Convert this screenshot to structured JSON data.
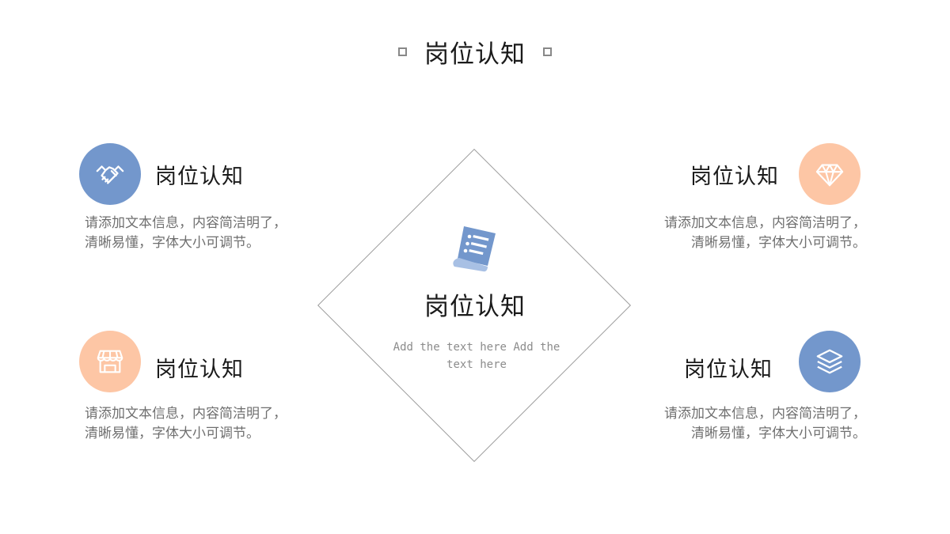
{
  "title": "岗位认知",
  "center": {
    "title": "岗位认知",
    "text": "Add the text here Add the text here",
    "icon": "document-list-icon"
  },
  "items": [
    {
      "title": "岗位认知",
      "line1": "请添加文本信息，内容简洁明了，",
      "line2": "清晰易懂，字体大小可调节。",
      "icon": "handshake-icon",
      "color": "#7397cc"
    },
    {
      "title": "岗位认知",
      "line1": "请添加文本信息，内容简洁明了，",
      "line2": "清晰易懂，字体大小可调节。",
      "icon": "diamond-icon",
      "color": "#fdc6a5"
    },
    {
      "title": "岗位认知",
      "line1": "请添加文本信息，内容简洁明了，",
      "line2": "清晰易懂，字体大小可调节。",
      "icon": "store-icon",
      "color": "#fdc6a5"
    },
    {
      "title": "岗位认知",
      "line1": "请添加文本信息，内容简洁明了，",
      "line2": "清晰易懂，字体大小可调节。",
      "icon": "layers-icon",
      "color": "#7397cc"
    }
  ],
  "colors": {
    "accent_blue": "#7397cc",
    "accent_peach": "#fdc6a5",
    "outline_gray": "#9a9a9a"
  }
}
